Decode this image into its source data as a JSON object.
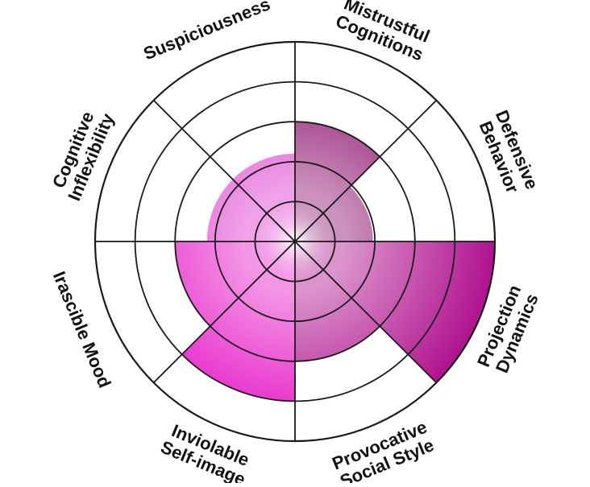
{
  "chart_data": {
    "type": "polar-area",
    "scale_rings": 5,
    "categories": [
      {
        "label_lines": [
          "Mistrustful",
          "Cognitions"
        ],
        "value": 3,
        "color": "#8c0f6e"
      },
      {
        "label_lines": [
          "Defensive",
          "Behavior"
        ],
        "value": 1.95,
        "color": "#8c0f6e"
      },
      {
        "label_lines": [
          "Projection",
          "Dynamics"
        ],
        "value": 5,
        "color": "#b0128f"
      },
      {
        "label_lines": [
          "Provocative",
          "Social Style"
        ],
        "value": 3,
        "color": "#b0128f"
      },
      {
        "label_lines": [
          "Inviolable",
          "Self-image"
        ],
        "value": 4,
        "color": "#e619c7"
      },
      {
        "label_lines": [
          "Irascible Mood"
        ],
        "value": 3,
        "color": "#e619c7"
      },
      {
        "label_lines": [
          "Cognitive",
          "Inflexibility"
        ],
        "value": 2.2,
        "color": "#dd33cc"
      },
      {
        "label_lines": [
          "Suspiciousness"
        ],
        "value": 2.2,
        "color": "#dd33cc"
      }
    ]
  }
}
